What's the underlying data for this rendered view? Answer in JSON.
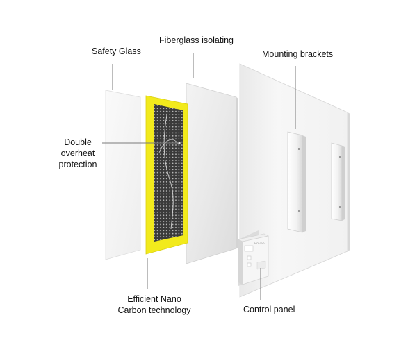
{
  "labels": {
    "safety_glass": "Safety Glass",
    "fiberglass": "Fiberglass isolating",
    "mounting_brackets": "Mounting brackets",
    "double_overheat": [
      "Double",
      "overheat",
      "protection"
    ],
    "nano_carbon": [
      "Efficient Nano",
      "Carbon technology"
    ],
    "control_panel": "Control panel"
  },
  "control_panel_brand": "NOVEO",
  "colors": {
    "heating_frame": "#f2ea1c",
    "carbon_grid": "#3a3a3a",
    "carbon_dot": "#bcbcbc",
    "leader_line": "#7a7a7a",
    "panel_face": "#f4f4f4"
  },
  "icons": [
    "safety-glass-layer",
    "heating-element",
    "fiberglass-layer",
    "back-panel",
    "mounting-bracket",
    "thermostat-control"
  ]
}
